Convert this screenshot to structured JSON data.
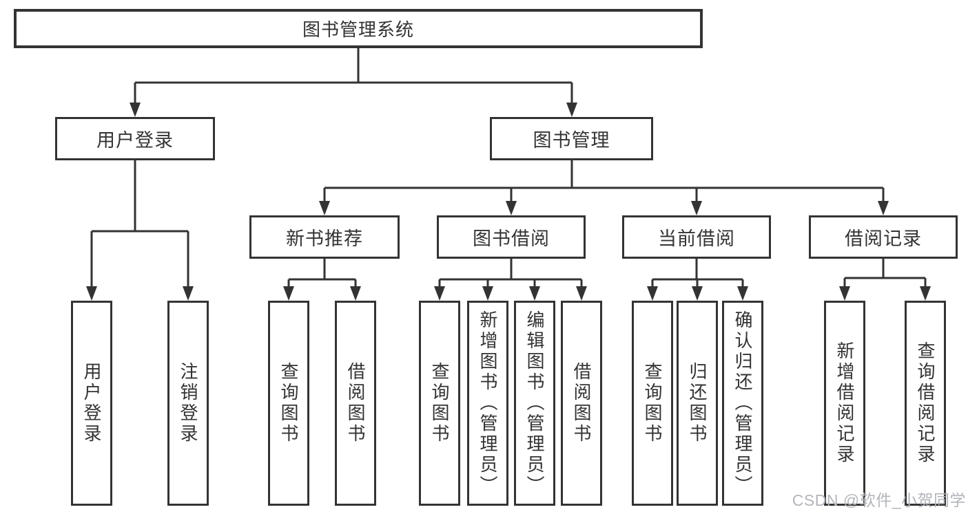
{
  "colors": {
    "line": "#333333",
    "text": "#333333",
    "box_fill": "#ffffff",
    "wm": "#b2b5ba"
  },
  "diagram": {
    "root": {
      "label": "图书管理系统"
    },
    "branches": [
      {
        "label": "用户登录",
        "children": [
          {
            "label": "用户登录"
          },
          {
            "label": "注销登录"
          }
        ]
      },
      {
        "label": "图书管理",
        "children": [
          {
            "label": "新书推荐",
            "children": [
              {
                "label": "查询图书"
              },
              {
                "label": "借阅图书"
              }
            ]
          },
          {
            "label": "图书借阅",
            "children": [
              {
                "label": "查询图书"
              },
              {
                "label": "新增图书（管理员）"
              },
              {
                "label": "编辑图书（管理员）"
              },
              {
                "label": "借阅图书"
              }
            ]
          },
          {
            "label": "当前借阅",
            "children": [
              {
                "label": "查询图书"
              },
              {
                "label": "归还图书"
              },
              {
                "label": "确认归还（管理员）"
              }
            ]
          },
          {
            "label": "借阅记录",
            "children": [
              {
                "label": "新增借阅记录"
              },
              {
                "label": "查询借阅记录"
              }
            ]
          }
        ]
      }
    ]
  },
  "watermark": {
    "text": "CSDN @软件_小贺同学"
  }
}
